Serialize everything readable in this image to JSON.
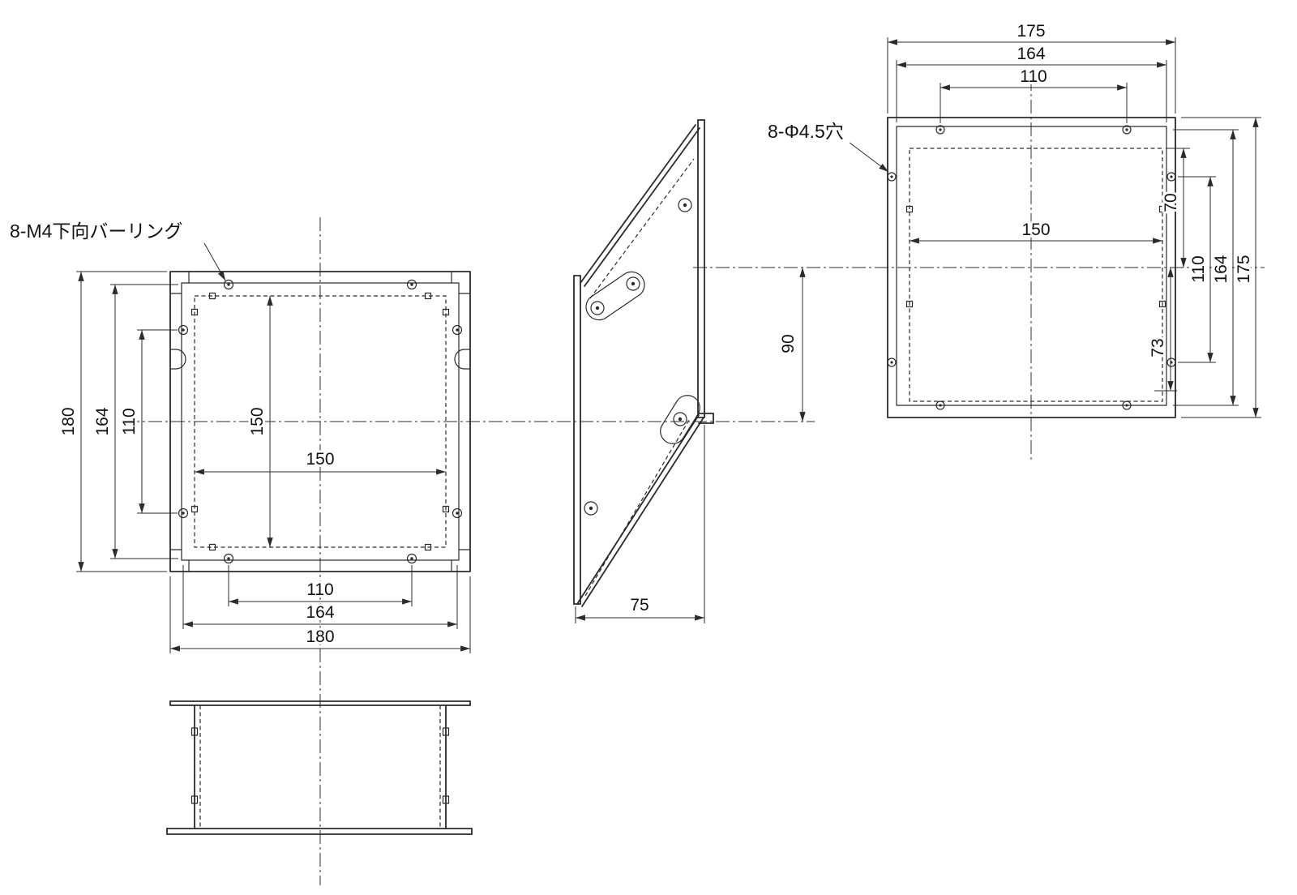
{
  "drawing": {
    "background_color": "#ffffff",
    "line_color": "#2b2b2b",
    "labels": {
      "burring_note": "8-M4下向バーリング",
      "hole_note": "8-Φ4.5穴"
    },
    "plan_view": {
      "dim_height_outer": "180",
      "dim_height_holes": "164",
      "dim_height_pitch": "110",
      "dim_opening_v": "150",
      "dim_opening_h": "150",
      "dim_width_pitch": "110",
      "dim_width_holes": "164",
      "dim_width_outer": "180"
    },
    "side_view": {
      "dim_offset": "90",
      "dim_depth": "75"
    },
    "front_view": {
      "dim_top_outer": "175",
      "dim_top_holes": "164",
      "dim_top_pitch": "110",
      "dim_opening": "150",
      "dim_upper": "70",
      "dim_lower": "73",
      "dim_right_pitch": "110",
      "dim_right_holes": "164",
      "dim_right_outer": "175"
    }
  }
}
